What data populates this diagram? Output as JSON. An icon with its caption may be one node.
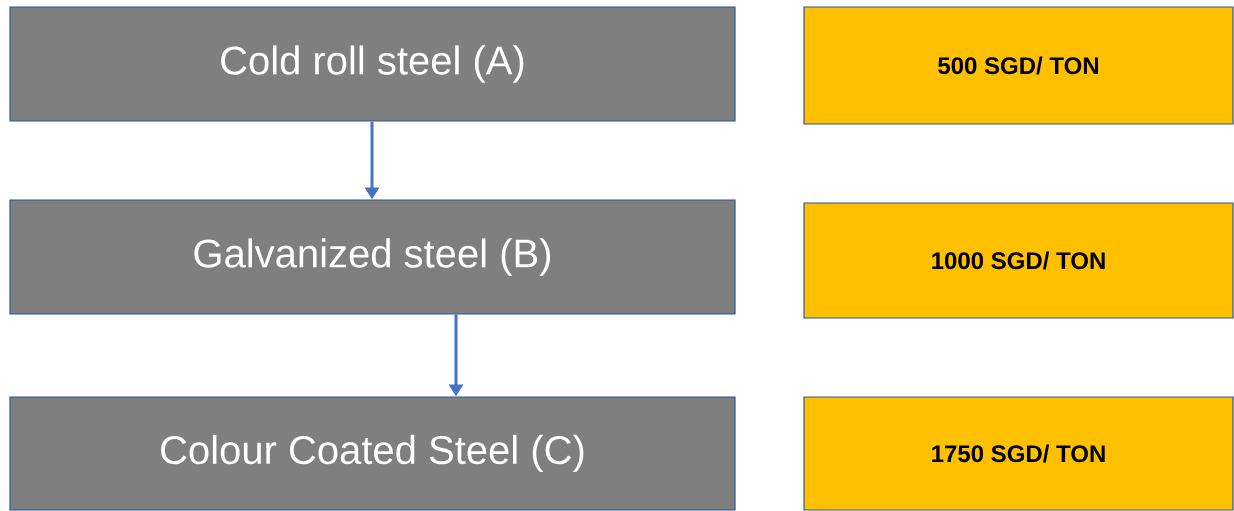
{
  "diagram": {
    "nodes": [
      {
        "text": [
          "Cold roll steel (A)"
        ]
      },
      {
        "text": [
          "500 SGD/ TON"
        ]
      },
      {
        "text": [
          "Galvanized steel (B)"
        ]
      },
      {
        "text": [
          "1000 SGD/ TON"
        ]
      },
      {
        "text": [
          "Colour Coated Steel (C)"
        ]
      },
      {
        "text": [
          "1750 SGD/ TON"
        ]
      }
    ],
    "edges": [
      {
        "from": 0,
        "to": 2,
        "arrow": "to"
      },
      {
        "from": 2,
        "to": 4,
        "arrow": "to"
      }
    ]
  }
}
